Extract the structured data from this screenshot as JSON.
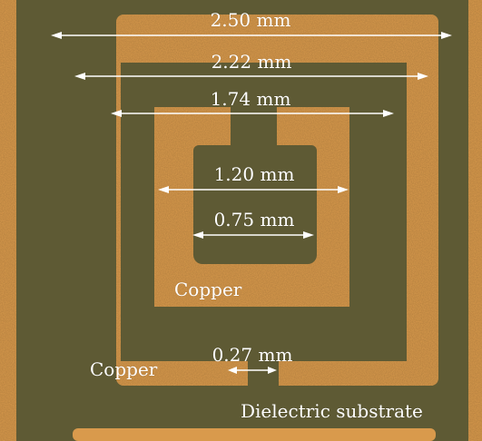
{
  "dimensions": [
    {
      "id": "outer",
      "label": "2.50 mm"
    },
    {
      "id": "second",
      "label": "2.22 mm"
    },
    {
      "id": "third",
      "label": "1.74 mm"
    },
    {
      "id": "fourth",
      "label": "1.20 mm"
    },
    {
      "id": "inner",
      "label": "0.75 mm"
    },
    {
      "id": "gap",
      "label": "0.27 mm"
    }
  ],
  "annotations": {
    "copper_inner": "Copper",
    "copper_outer": "Copper",
    "substrate": "Dielectric substrate"
  },
  "colors": {
    "copper": "#d99a4c",
    "copper_dark": "#c9873c",
    "substrate": "#5e5a34",
    "label": "#ffffff"
  }
}
